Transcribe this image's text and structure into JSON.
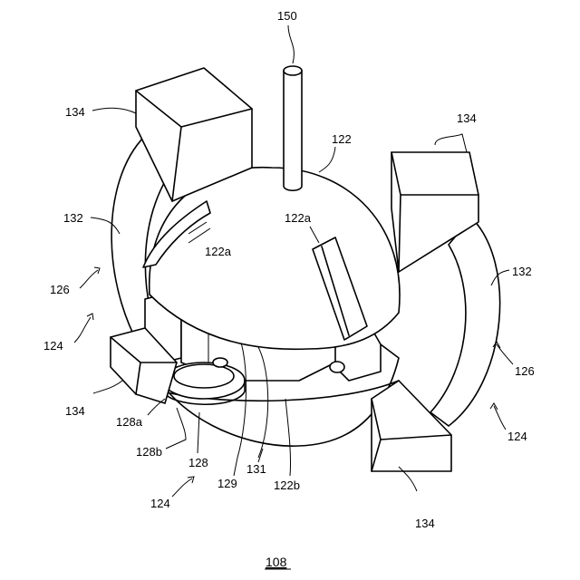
{
  "figure": {
    "id_label": "108",
    "labels": {
      "l150": "150",
      "l122": "122",
      "l134_tl": "134",
      "l134_tr": "134",
      "l134_bl": "134",
      "l134_br": "134",
      "l132_l": "132",
      "l132_r": "132",
      "l126_l": "126",
      "l126_r": "126",
      "l124_l": "124",
      "l124_r": "124",
      "l124_b": "124",
      "l122a_l": "122a",
      "l122a_r": "122a",
      "l128a": "128a",
      "l128b": "128b",
      "l128": "128",
      "l129": "129",
      "l131": "131",
      "l122b": "122b"
    }
  }
}
